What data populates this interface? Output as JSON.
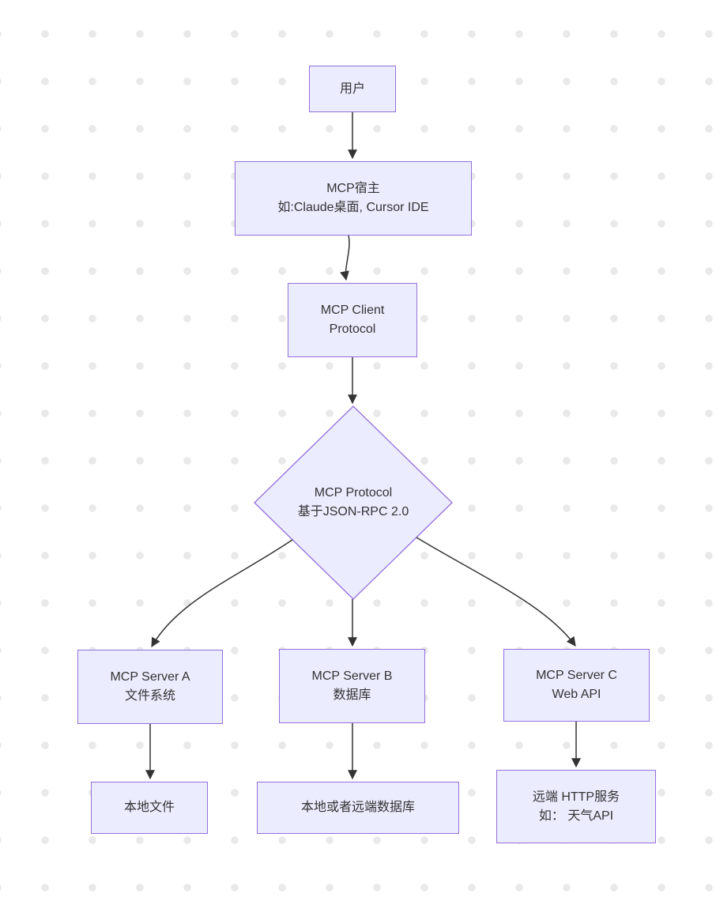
{
  "diagram": {
    "title": "MCP architecture flowchart",
    "nodes": {
      "user": {
        "line1": "用户"
      },
      "host": {
        "line1": "MCP宿主",
        "line2": "如:Claude桌面, Cursor IDE"
      },
      "client": {
        "line1": "MCP Client",
        "line2": "Protocol"
      },
      "protocol": {
        "line1": "MCP Protocol",
        "line2": "基于JSON-RPC 2.0",
        "shape": "diamond"
      },
      "server_a": {
        "line1": "MCP Server A",
        "line2": "文件系统"
      },
      "server_b": {
        "line1": "MCP Server B",
        "line2": "数据库"
      },
      "server_c": {
        "line1": "MCP Server C",
        "line2": "Web API"
      },
      "local_files": {
        "line1": "本地文件"
      },
      "database": {
        "line1": "本地或者远端数据库"
      },
      "remote_http": {
        "line1": "远端 HTTP服务",
        "line2": "如： 天气API"
      }
    },
    "edges": [
      {
        "from": "user",
        "to": "host"
      },
      {
        "from": "host",
        "to": "client"
      },
      {
        "from": "client",
        "to": "protocol"
      },
      {
        "from": "protocol",
        "to": "server_a"
      },
      {
        "from": "protocol",
        "to": "server_b"
      },
      {
        "from": "protocol",
        "to": "server_c"
      },
      {
        "from": "server_a",
        "to": "local_files"
      },
      {
        "from": "server_b",
        "to": "database"
      },
      {
        "from": "server_c",
        "to": "remote_http"
      }
    ],
    "colors": {
      "node_fill": "#ECECFF",
      "node_border": "#9370DB",
      "edge": "#333333",
      "text": "#333333",
      "dot": "#E9E9E9",
      "background": "#FFFFFF"
    }
  }
}
